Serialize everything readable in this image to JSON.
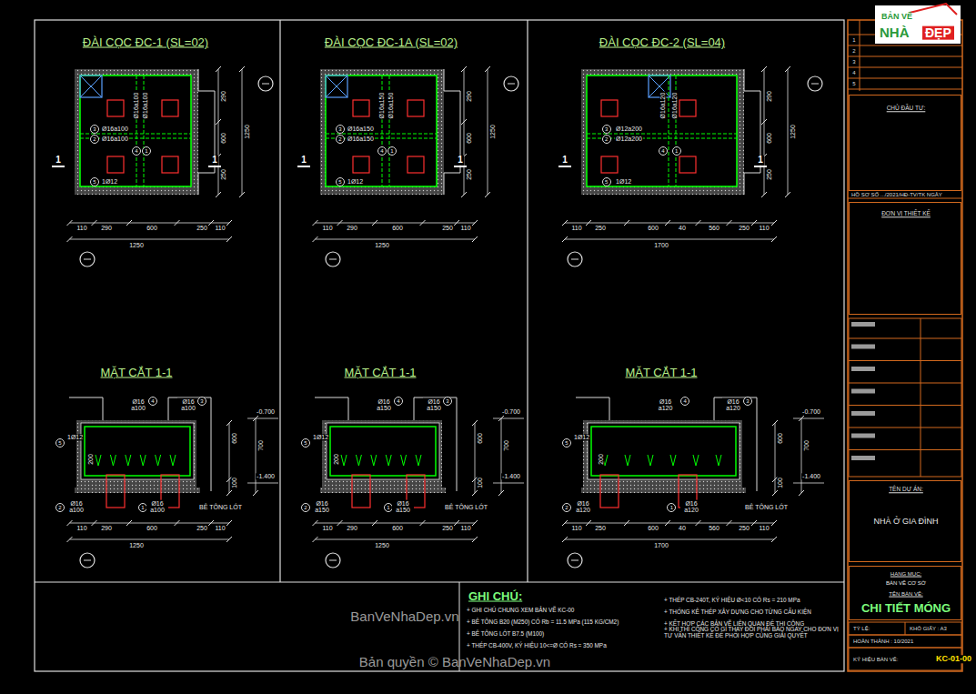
{
  "diagram": {
    "nodes": [
      {
        "text": [
          "ĐÀI CỌC ĐC-1 (SL=02)",
          "MẶT CẮT 1-1"
        ]
      },
      {
        "text": [
          "ĐÀI CỌC ĐC-1A (SL=02)",
          "MẶT CẮT 1-1"
        ]
      },
      {
        "text": [
          "ĐÀI CỌC ĐC-2 (SL=04)",
          "MẶT CẮT 1-1"
        ]
      },
      {
        "text": [
          "GHI CHÚ:",
          "+ GHI CHÚ CHUNG XEM BẢN VẼ KC-00",
          "+ BÊ TÔNG B20 (M250) CÓ Rb = 11.5 MPa (115 KG/CM2)",
          "+ BÊ TÔNG LÓT B7.5 (M100)",
          "+ THÉP CB-400V, KÝ HIỆU 10<=Ø CÓ Rs = 350 MPa",
          "+ THÉP CB-240T, KÝ HIỆU Ø<10 CÓ Rs = 210 MPa",
          "+ THỐNG KÊ THÉP XÂY DỰNG CHO TỪNG CẤU KIỆN",
          "+ KẾT HỢP CÁC BẢN VẼ LIÊN QUAN ĐỂ THI CÔNG",
          "+ KHI THI CÔNG CÓ GÌ THAY ĐỔI PHẢI BÁO NGAY CHO ĐƠN VỊ TƯ VẤN THIẾT KẾ ĐỂ PHỐI HỢP CÙNG GIẢI QUYẾT"
        ]
      },
      {
        "text": [
          "CHỦ ĐẦU TƯ:"
        ]
      },
      {
        "text": [
          "ĐƠN VỊ THIẾT KẾ"
        ]
      },
      {
        "text": [
          "TÊN DỰ ÁN:",
          "NHÀ Ở GIA ĐÌNH"
        ]
      },
      {
        "text": [
          "HẠNG MỤC:",
          "BẢN VẼ CƠ SỞ",
          "TÊN BẢN VẼ:",
          "CHI TIẾT MÓNG"
        ]
      }
    ],
    "labels": [
      "1",
      "1",
      "3",
      "Ø16a100",
      "2",
      "Ø16a100",
      "4",
      "1",
      "Ø16a100",
      "Ø16a100",
      "5",
      "1Ø12",
      "290",
      "600",
      "250",
      "1250",
      "110",
      "290",
      "600",
      "250",
      "110",
      "1250",
      "Ø16 a100",
      "4",
      "Ø16 a100",
      "3",
      "5",
      "1Ø12",
      "200",
      "-0.700",
      "600",
      "700",
      "100",
      "-1.400",
      "2",
      "Ø16 a100",
      "1",
      "Ø16 a100",
      "BÊ TÔNG LÓT",
      "110",
      "290",
      "600",
      "250",
      "110",
      "1250",
      "1",
      "1",
      "3",
      "Ø16a150",
      "2",
      "Ø16a150",
      "4",
      "1",
      "Ø16a150",
      "Ø16a150",
      "5",
      "1Ø12",
      "290",
      "600",
      "250",
      "1250",
      "110",
      "290",
      "600",
      "250",
      "110",
      "1250",
      "Ø16 a150",
      "4",
      "Ø16 a150",
      "3",
      "5",
      "1Ø12",
      "200",
      "-0.700",
      "600",
      "700",
      "100",
      "-1.400",
      "2",
      "Ø16 a150",
      "1",
      "Ø16 a150",
      "BÊ TÔNG LÓT",
      "110",
      "290",
      "600",
      "250",
      "110",
      "1250",
      "1",
      "1",
      "3",
      "Ø12a200",
      "2",
      "Ø12a200",
      "4",
      "1",
      "Ø16a120",
      "Ø16a120",
      "5",
      "1Ø12",
      "290",
      "600",
      "250",
      "1250",
      "110",
      "250",
      "600",
      "40",
      "560",
      "250",
      "110",
      "1700",
      "Ø16 a120",
      "4",
      "Ø16 a120",
      "3",
      "5",
      "1Ø12",
      "200",
      "-0.700",
      "600",
      "700",
      "100",
      "-1.400",
      "2",
      "Ø16 a120",
      "1",
      "Ø16 a120",
      "BÊ TÔNG LÓT",
      "110",
      "250",
      "600",
      "40",
      "560",
      "250",
      "110",
      "1700",
      "BanVeNhaDep.vn",
      "Bản quyền © BanVeNhaDep.vn",
      "BẢN VẼ",
      "NHÀ",
      "ĐẸP",
      "1",
      "2",
      "3",
      "4",
      "5",
      "HỒ SƠ SỐ .../2021/HĐ-TV/TK NGÀY",
      "TỶ LỆ:",
      "KHỔ GIẤY : A3",
      "HOÀN THÀNH : 10/2021",
      "KÝ HIỆU BẢN VẼ:",
      "KC-01-00"
    ]
  }
}
